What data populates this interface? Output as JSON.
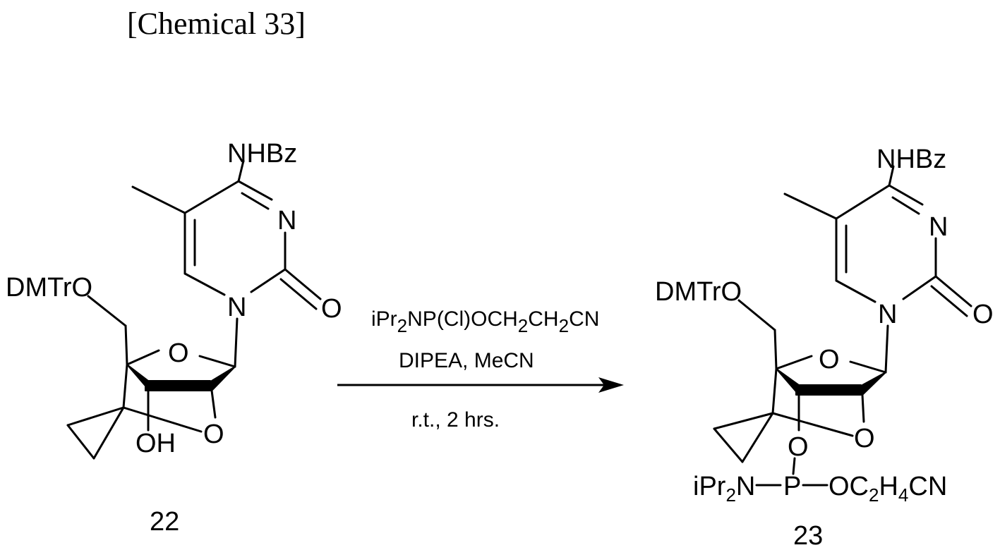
{
  "title": "[Chemical 33]",
  "reactant": {
    "number": "22",
    "labels": {
      "nhbz": "NHBz",
      "ring_n": "N",
      "carbonyl_o": "O",
      "glycosidic_n": "N",
      "dmtro": "DMTrO",
      "ring_o": "O",
      "bridge_o": "O",
      "hydroxyl": "OH"
    }
  },
  "product": {
    "number": "23",
    "labels": {
      "nhbz": "NHBz",
      "ring_n": "N",
      "carbonyl_o": "O",
      "glycosidic_n": "N",
      "dmtro": "DMTrO",
      "ring_o": "O",
      "bridge_o": "O",
      "phosphite_o": "O",
      "phosphorus": "P",
      "amine_prefix": "iPr",
      "amine_sub": "2",
      "amine_n": "N",
      "ester_o_c": "OC",
      "ester_sub1": "2",
      "ester_h": "H",
      "ester_sub2": "4",
      "ester_cn": "CN"
    }
  },
  "conditions": {
    "reagent_parts": [
      "iPr",
      "2",
      "NP(Cl)OCH",
      "2",
      "CH",
      "2",
      "CN"
    ],
    "base_solvent": "DIPEA, MeCN",
    "time": "r.t., 2 hrs."
  }
}
